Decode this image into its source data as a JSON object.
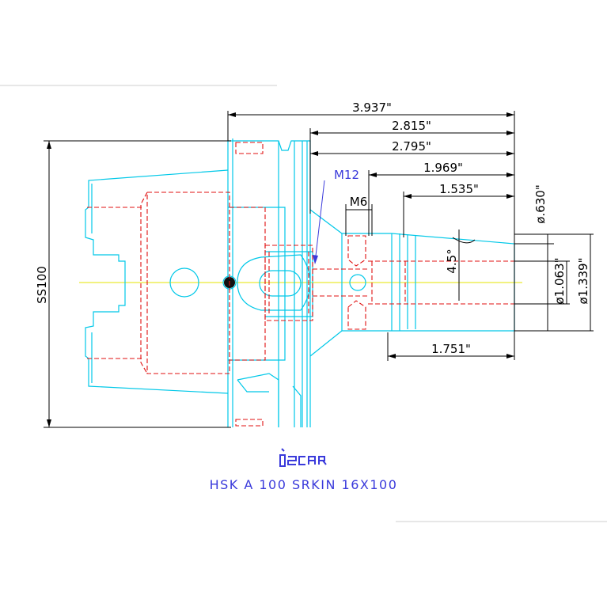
{
  "drawing": {
    "dimensions": {
      "overall_length": "3.937\"",
      "len_2815": "2.815\"",
      "len_2795": "2.795\"",
      "len_1969": "1.969\"",
      "len_1535": "1.535\"",
      "len_1751": "1.751\"",
      "thread_m12": "M12",
      "thread_m6": "M6",
      "angle": "4.5°",
      "dia_630": "ø.630\"",
      "dia_1063": "ø1.063\"",
      "dia_1339": "ø1.339\"",
      "ss100": "SS100"
    },
    "caption": "HSK A 100 SRKIN 16X100",
    "brand": "iscar",
    "colors": {
      "outline": "#00c8e8",
      "hidden": "#e01010",
      "dimension": "#000000",
      "callout": "#3a3adb",
      "centerline": "#e6e600"
    }
  }
}
